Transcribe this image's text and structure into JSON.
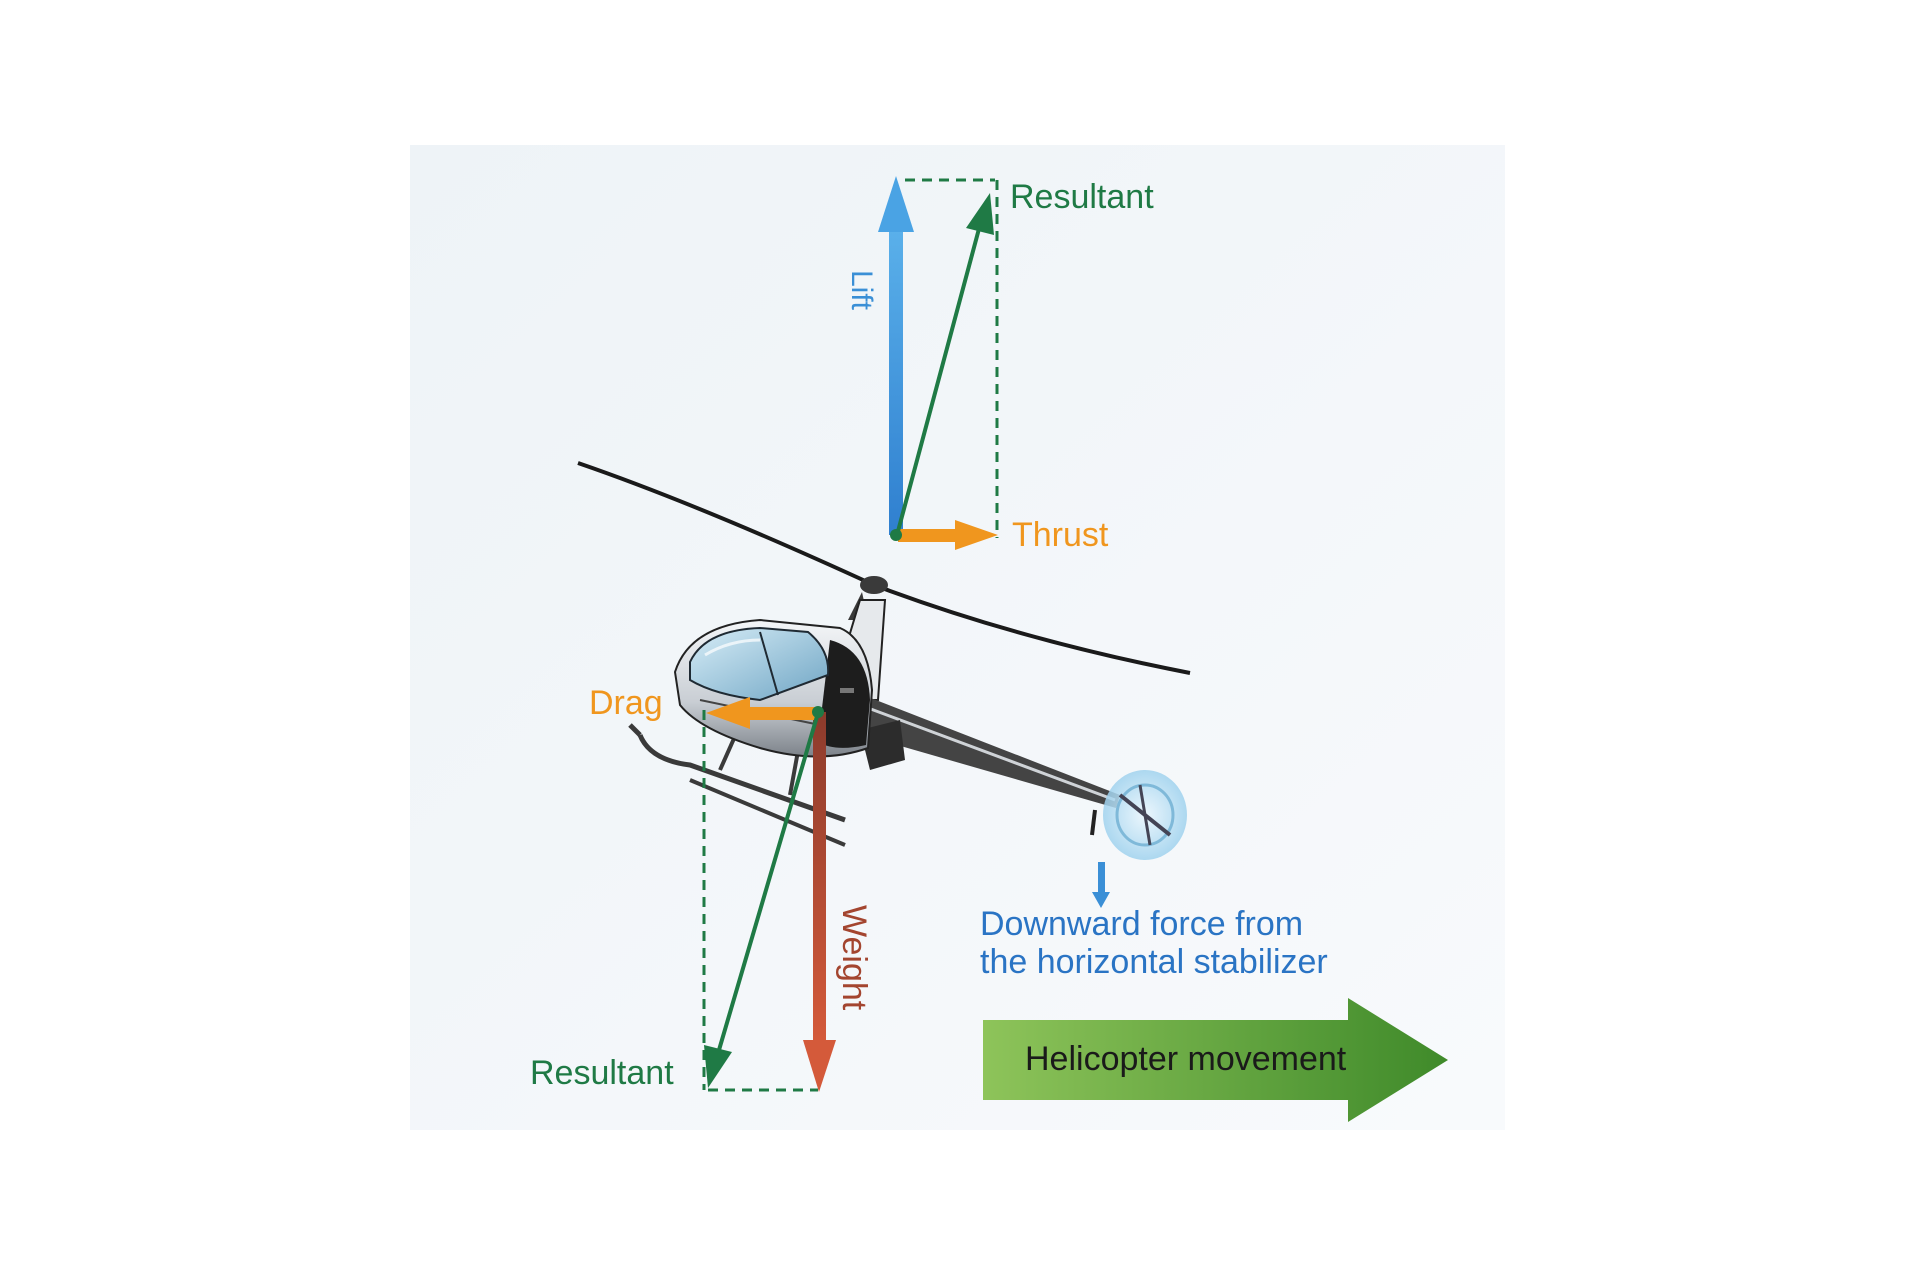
{
  "labels": {
    "resultant_top": "Resultant",
    "lift": "Lift",
    "thrust": "Thrust",
    "drag": "Drag",
    "weight": "Weight",
    "resultant_bottom": "Resultant",
    "downward_force_line1": "Downward force from",
    "downward_force_line2": "the horizontal stabilizer",
    "movement": "Helicopter movement"
  },
  "colors": {
    "lift": "#3a8fd6",
    "resultant": "#1f7a45",
    "thrust": "#f0961e",
    "drag": "#f0961e",
    "weight": "#a3452f",
    "downward": "#2a74c4",
    "movement_arrow": "#6aa83a"
  }
}
